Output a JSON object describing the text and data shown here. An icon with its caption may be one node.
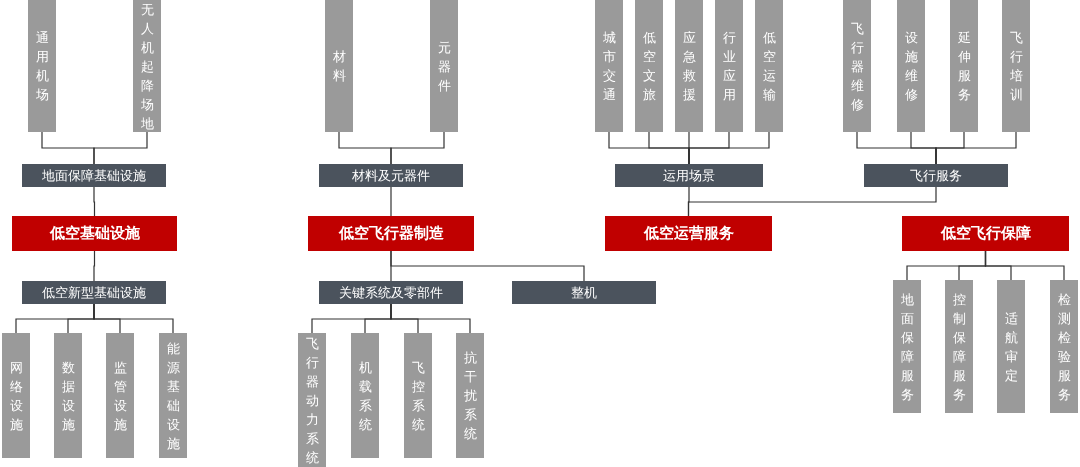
{
  "diagram": {
    "nodes": [
      {
        "text": [
          "通用机场"
        ]
      },
      {
        "text": [
          "无人机起降场地"
        ]
      },
      {
        "text": [
          "材料"
        ]
      },
      {
        "text": [
          "元器件"
        ]
      },
      {
        "text": [
          "城市交通"
        ]
      },
      {
        "text": [
          "低空文旅"
        ]
      },
      {
        "text": [
          "应急救援"
        ]
      },
      {
        "text": [
          "行业应用"
        ]
      },
      {
        "text": [
          "低空运输"
        ]
      },
      {
        "text": [
          "飞行器维修"
        ]
      },
      {
        "text": [
          "设施维修"
        ]
      },
      {
        "text": [
          "延伸服务"
        ]
      },
      {
        "text": [
          "飞行培训"
        ]
      },
      {
        "text": [
          "地面保障基础设施"
        ]
      },
      {
        "text": [
          "材料及元器件"
        ]
      },
      {
        "text": [
          "运用场景"
        ]
      },
      {
        "text": [
          "飞行服务"
        ]
      },
      {
        "text": [
          "低空基础设施"
        ]
      },
      {
        "text": [
          "低空飞行器制造"
        ]
      },
      {
        "text": [
          "低空运营服务"
        ]
      },
      {
        "text": [
          "低空飞行保障"
        ]
      },
      {
        "text": [
          "低空新型基础设施"
        ]
      },
      {
        "text": [
          "关键系统及零部件"
        ]
      },
      {
        "text": [
          "整机"
        ]
      },
      {
        "text": [
          "地面保障服务"
        ]
      },
      {
        "text": [
          "控制保障服务"
        ]
      },
      {
        "text": [
          "适航审定"
        ]
      },
      {
        "text": [
          "检测检验服务"
        ]
      },
      {
        "text": [
          "网络设施"
        ]
      },
      {
        "text": [
          "数据设施"
        ]
      },
      {
        "text": [
          "监管设施"
        ]
      },
      {
        "text": [
          "能源基础设施"
        ]
      },
      {
        "text": [
          "飞行器动力系统"
        ]
      },
      {
        "text": [
          "机载系统"
        ]
      },
      {
        "text": [
          "飞控系统"
        ]
      },
      {
        "text": [
          "抗干扰系统"
        ]
      }
    ],
    "edges": [
      {
        "from": 0,
        "to": 13,
        "arrow": "none"
      },
      {
        "from": 1,
        "to": 13,
        "arrow": "none"
      },
      {
        "from": 2,
        "to": 14,
        "arrow": "none"
      },
      {
        "from": 3,
        "to": 14,
        "arrow": "none"
      },
      {
        "from": 4,
        "to": 15,
        "arrow": "none"
      },
      {
        "from": 5,
        "to": 15,
        "arrow": "none"
      },
      {
        "from": 6,
        "to": 15,
        "arrow": "none"
      },
      {
        "from": 7,
        "to": 15,
        "arrow": "none"
      },
      {
        "from": 8,
        "to": 15,
        "arrow": "none"
      },
      {
        "from": 9,
        "to": 16,
        "arrow": "none"
      },
      {
        "from": 10,
        "to": 16,
        "arrow": "none"
      },
      {
        "from": 11,
        "to": 16,
        "arrow": "none"
      },
      {
        "from": 12,
        "to": 16,
        "arrow": "none"
      },
      {
        "from": 13,
        "to": 17,
        "arrow": "none"
      },
      {
        "from": 14,
        "to": 18,
        "arrow": "none"
      },
      {
        "from": 15,
        "to": 19,
        "arrow": "none"
      },
      {
        "from": 16,
        "to": 19,
        "arrow": "none"
      },
      {
        "from": 17,
        "to": 21,
        "arrow": "none"
      },
      {
        "from": 18,
        "to": 22,
        "arrow": "none"
      },
      {
        "from": 18,
        "to": 23,
        "arrow": "none"
      },
      {
        "from": 20,
        "to": 24,
        "arrow": "none"
      },
      {
        "from": 20,
        "to": 25,
        "arrow": "none"
      },
      {
        "from": 20,
        "to": 26,
        "arrow": "none"
      },
      {
        "from": 20,
        "to": 27,
        "arrow": "none"
      },
      {
        "from": 21,
        "to": 28,
        "arrow": "none"
      },
      {
        "from": 21,
        "to": 29,
        "arrow": "none"
      },
      {
        "from": 21,
        "to": 30,
        "arrow": "none"
      },
      {
        "from": 21,
        "to": 31,
        "arrow": "none"
      },
      {
        "from": 22,
        "to": 32,
        "arrow": "none"
      },
      {
        "from": 22,
        "to": 33,
        "arrow": "none"
      },
      {
        "from": 22,
        "to": 34,
        "arrow": "none"
      },
      {
        "from": 22,
        "to": 35,
        "arrow": "none"
      }
    ]
  }
}
